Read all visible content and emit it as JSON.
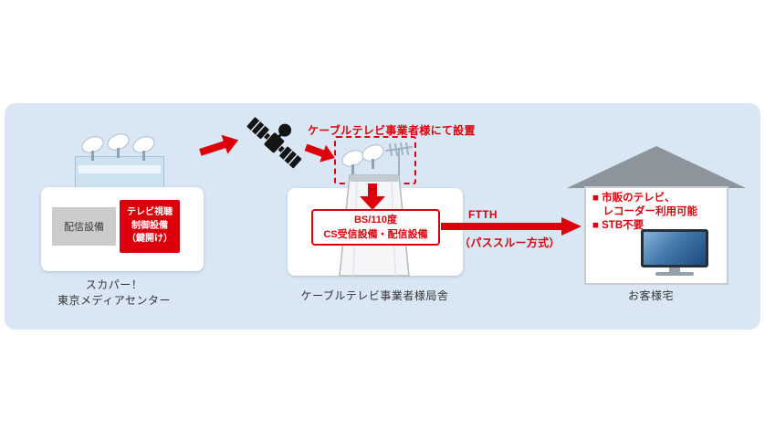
{
  "colors": {
    "panel_background": "#d9e7f4",
    "accent_red": "#dc000c"
  },
  "skyper_center": {
    "distribution_equipment": "配信設備",
    "control_equipment": "テレビ視聴\n制御設備\n（鍵開け）",
    "caption": "スカパー！\n東京メディアセンター"
  },
  "satellite_note": "ケーブルテレビ事業者様にて設置",
  "cable_station": {
    "equipment": "BS/110度\nCS受信設備・配信設備",
    "caption": "ケーブルテレビ事業者様局舎"
  },
  "ftth_link": {
    "label": "FTTH",
    "method": "（パススルー方式）"
  },
  "customer_home": {
    "bullet_tv": "■ 市販のテレビ、\n　レコーダー利用可能",
    "bullet_stb": "■ STB不要",
    "caption": "お客様宅"
  },
  "icons": {
    "satellite": "satellite-icon",
    "satellite_dish": "satellite-dish-icon",
    "tv_antenna": "tv-antenna-icon",
    "television": "television-icon"
  }
}
